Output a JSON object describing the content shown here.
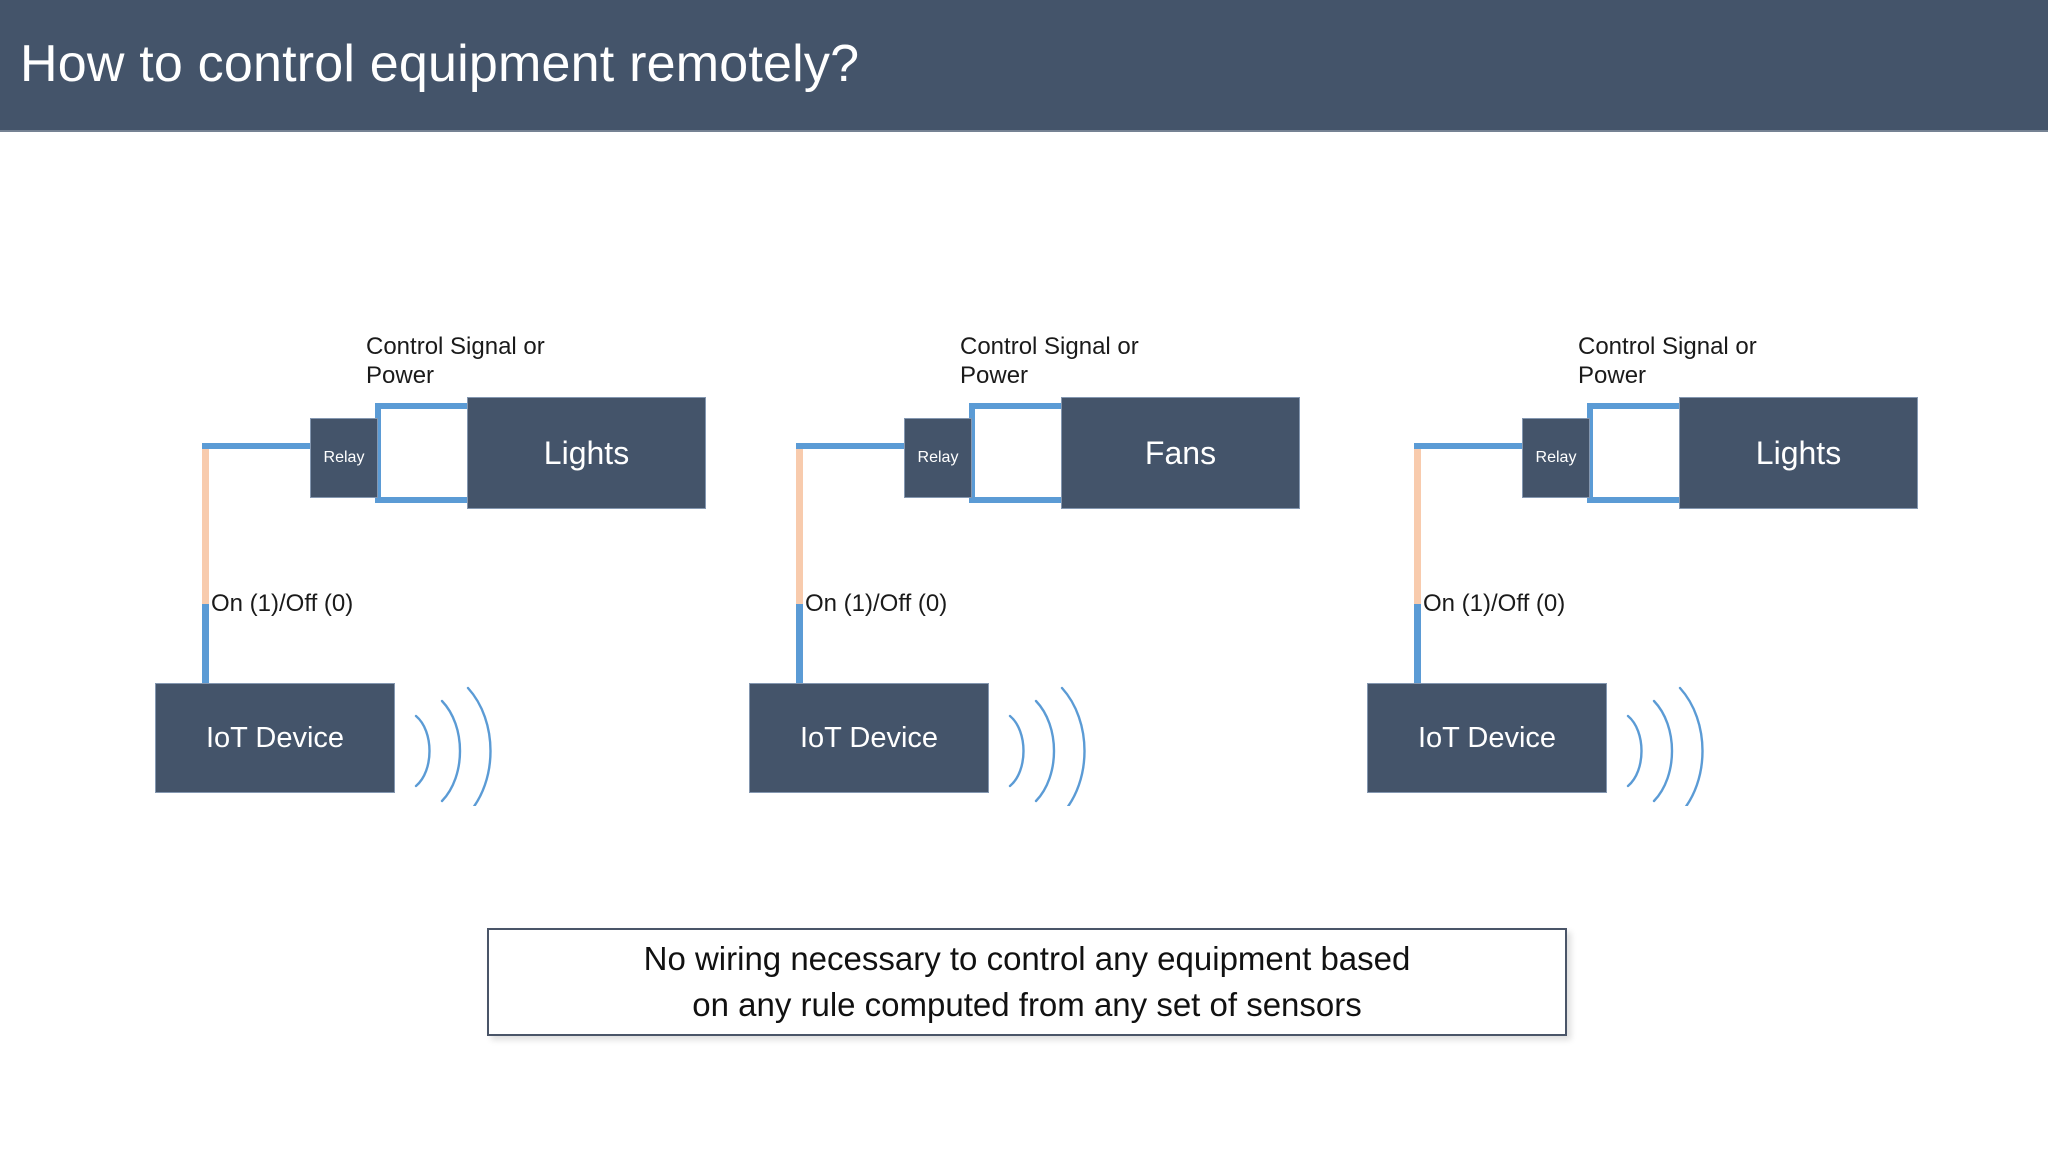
{
  "header": {
    "title": "How to control equipment remotely?",
    "bar_color": "#44546A",
    "text_color": "#FFFFFF"
  },
  "colors": {
    "box_fill": "#44546A",
    "box_border": "#8497B0",
    "wire_blue": "#5B9BD5",
    "wire_peach": "#F8CBAD",
    "callout_border": "#4A5568",
    "background": "#FFFFFF",
    "body_text": "#1a1a1a"
  },
  "groups": [
    {
      "control_label": "Control Signal or\nPower",
      "relay_label": "Relay",
      "equipment_label": "Lights",
      "signal_label": "On (1)/Off (0)",
      "device_label": "IoT Device",
      "wave_icon": "wireless-waves-icon"
    },
    {
      "control_label": "Control Signal or\nPower",
      "relay_label": "Relay",
      "equipment_label": "Fans",
      "signal_label": "On (1)/Off (0)",
      "device_label": "IoT Device",
      "wave_icon": "wireless-waves-icon"
    },
    {
      "control_label": "Control Signal or\nPower",
      "relay_label": "Relay",
      "equipment_label": "Lights",
      "signal_label": "On (1)/Off (0)",
      "device_label": "IoT Device",
      "wave_icon": "wireless-waves-icon"
    }
  ],
  "callout": {
    "text": "No wiring necessary to control any equipment based\non any rule computed from any set of sensors"
  }
}
